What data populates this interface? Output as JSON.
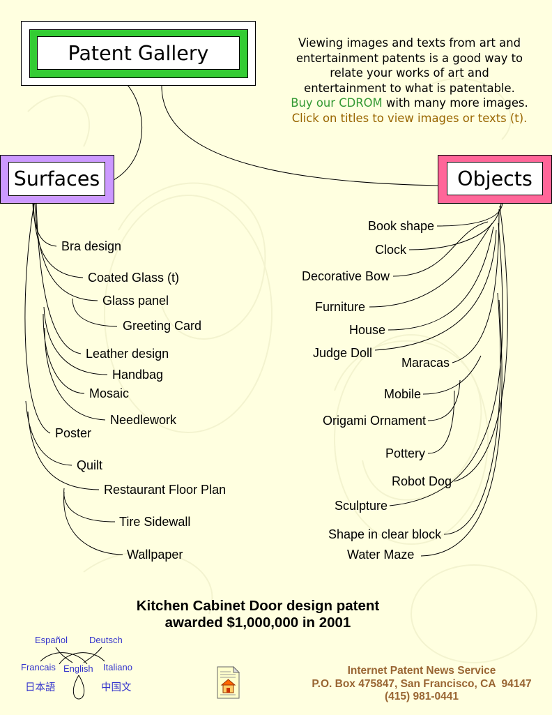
{
  "colors": {
    "background": "#FFFFE0",
    "gallery_green": "#33CC33",
    "surfaces_purple": "#CC99FF",
    "objects_pink": "#FF6699",
    "cdrom_green": "#339933",
    "instructions_brown": "#996600",
    "language_blue": "#3333CC",
    "contact_brown": "#996633"
  },
  "gallery": {
    "title": "Patent Gallery"
  },
  "intro": {
    "lines": [
      "Viewing images and texts from art and",
      "entertainment patents is a good way to",
      "relate your works of art and",
      "entertainment to what is patentable."
    ],
    "cdrom_link": "Buy our CDROM",
    "cdrom_rest": " with many more images.",
    "instructions": "Click on titles to view images or texts (t)."
  },
  "surfaces": {
    "title": "Surfaces",
    "items": [
      "Bra design",
      "Coated Glass (t)",
      "Glass panel",
      "Greeting Card",
      "Leather design",
      "Handbag",
      "Mosaic",
      "Needlework",
      "Poster",
      "Quilt",
      "Restaurant Floor Plan",
      "Tire Sidewall",
      "Wallpaper"
    ]
  },
  "objects": {
    "title": "Objects",
    "items": [
      "Book shape",
      "Clock",
      "Decorative Bow",
      "Furniture",
      "House",
      "Judge Doll",
      "Maracas",
      "Mobile",
      "Origami Ornament",
      "Pottery",
      "Robot Dog",
      "Sculpture",
      "Shape in clear block",
      "Water Maze"
    ]
  },
  "headline": {
    "line1": "Kitchen Cabinet Door design patent",
    "line2": "awarded $1,000,000 in 2001"
  },
  "languages": {
    "espanol": "Español",
    "deutsch": "Deutsch",
    "francais": "Francais",
    "english": "English",
    "italiano": "Italiano",
    "japanese": "日本語",
    "chinese": "中国文"
  },
  "home_link": {
    "icon": "document-house-icon"
  },
  "contact": {
    "name": "Internet Patent News Service",
    "address": "P.O. Box 475847, San Francisco, CA  94147",
    "phone": "(415) 981-0441"
  }
}
